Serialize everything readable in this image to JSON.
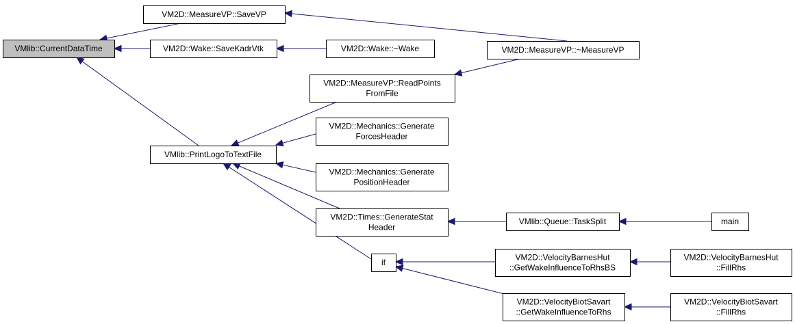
{
  "diagram": {
    "nodes": [
      {
        "id": "cdt",
        "lines": [
          "VMlib::CurrentDataTime"
        ],
        "current": true
      },
      {
        "id": "savevp",
        "lines": [
          "VM2D::MeasureVP::SaveVP"
        ]
      },
      {
        "id": "savekadr",
        "lines": [
          "VM2D::Wake::SaveKadrVtk"
        ]
      },
      {
        "id": "wakedtor",
        "lines": [
          "VM2D::Wake::~Wake"
        ]
      },
      {
        "id": "mvpdtor",
        "lines": [
          "VM2D::MeasureVP::~MeasureVP"
        ]
      },
      {
        "id": "readpts",
        "lines": [
          "VM2D::MeasureVP::ReadPoints",
          "FromFile"
        ]
      },
      {
        "id": "printlogo",
        "lines": [
          "VMlib::PrintLogoToTextFile"
        ]
      },
      {
        "id": "genforces",
        "lines": [
          "VM2D::Mechanics::Generate",
          "ForcesHeader"
        ]
      },
      {
        "id": "genpos",
        "lines": [
          "VM2D::Mechanics::Generate",
          "PositionHeader"
        ]
      },
      {
        "id": "genstat",
        "lines": [
          "VM2D::Times::GenerateStat",
          "Header"
        ]
      },
      {
        "id": "tasksplit",
        "lines": [
          "VMlib::Queue::TaskSplit"
        ]
      },
      {
        "id": "main",
        "lines": [
          "main"
        ]
      },
      {
        "id": "if",
        "lines": [
          "if"
        ]
      },
      {
        "id": "bhwake",
        "lines": [
          "VM2D::VelocityBarnesHut",
          "::GetWakeInfluenceToRhsBS"
        ]
      },
      {
        "id": "bhfill",
        "lines": [
          "VM2D::VelocityBarnesHut",
          "::FillRhs"
        ]
      },
      {
        "id": "bswake",
        "lines": [
          "VM2D::VelocityBiotSavart",
          "::GetWakeInfluenceToRhs"
        ]
      },
      {
        "id": "bsfill",
        "lines": [
          "VM2D::VelocityBiotSavart",
          "::FillRhs"
        ]
      }
    ],
    "edges": [
      {
        "from": "savevp",
        "to": "cdt"
      },
      {
        "from": "savekadr",
        "to": "cdt"
      },
      {
        "from": "printlogo",
        "to": "cdt"
      },
      {
        "from": "mvpdtor",
        "to": "savevp"
      },
      {
        "from": "wakedtor",
        "to": "savekadr"
      },
      {
        "from": "mvpdtor",
        "to": "readpts"
      },
      {
        "from": "readpts",
        "to": "printlogo"
      },
      {
        "from": "genforces",
        "to": "printlogo"
      },
      {
        "from": "genpos",
        "to": "printlogo"
      },
      {
        "from": "genstat",
        "to": "printlogo"
      },
      {
        "from": "if",
        "to": "printlogo"
      },
      {
        "from": "tasksplit",
        "to": "genstat"
      },
      {
        "from": "main",
        "to": "tasksplit"
      },
      {
        "from": "bhwake",
        "to": "if"
      },
      {
        "from": "bswake",
        "to": "if"
      },
      {
        "from": "bhfill",
        "to": "bhwake"
      },
      {
        "from": "bsfill",
        "to": "bswake"
      }
    ],
    "colors": {
      "edge": "#191970",
      "current_node_fill": "#bfbfbf",
      "node_fill": "#ffffff",
      "node_stroke": "#000000"
    }
  }
}
